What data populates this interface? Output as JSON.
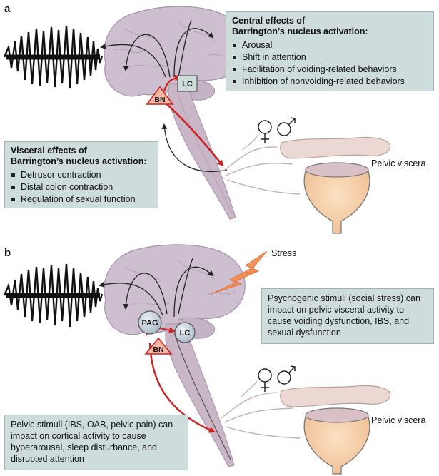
{
  "panel_a": {
    "letter": "a",
    "central_box": {
      "heading_line1": "Central effects of",
      "heading_line2": "Barrington’s nucleus activation:",
      "items": [
        "Arousal",
        "Shift in attention",
        "Facilitation of voiding-related behaviors",
        "Inhibition of nonvoiding-related behaviors"
      ]
    },
    "visceral_box": {
      "heading_line1": "Visceral effects of",
      "heading_line2": "Barrington’s nucleus activation:",
      "items": [
        "Detrusor contraction",
        "Distal colon contraction",
        "Regulation of sexual function"
      ]
    },
    "nuclei": {
      "bn": "BN",
      "lc": "LC"
    },
    "pelvic_label": "Pelvic viscera"
  },
  "panel_b": {
    "letter": "b",
    "stress_label": "Stress",
    "psychogenic_text": "Psychogenic stimuli (social stress) can impact on pelvic visceral activity to cause voiding dysfunction, IBS, and sexual dysfunction",
    "pelvic_stimuli_text": "Pelvic stimuli (IBS, OAB, pelvic pain) can impact on cortical activity to cause hyperarousal, sleep disturbance, and disrupted attention",
    "nuclei": {
      "pag": "PAG",
      "lc": "LC",
      "bn": "BN"
    },
    "pelvic_label": "Pelvic viscera"
  },
  "colors": {
    "brain": "#cdbfcf",
    "cord": "#c9b6c6",
    "box_fill": "#cfdcdc",
    "red_arrow": "#cc2222",
    "bn_fill": "#f4b8a4",
    "colon": "#ecd8d2",
    "bladder": "#f7d6b0"
  }
}
